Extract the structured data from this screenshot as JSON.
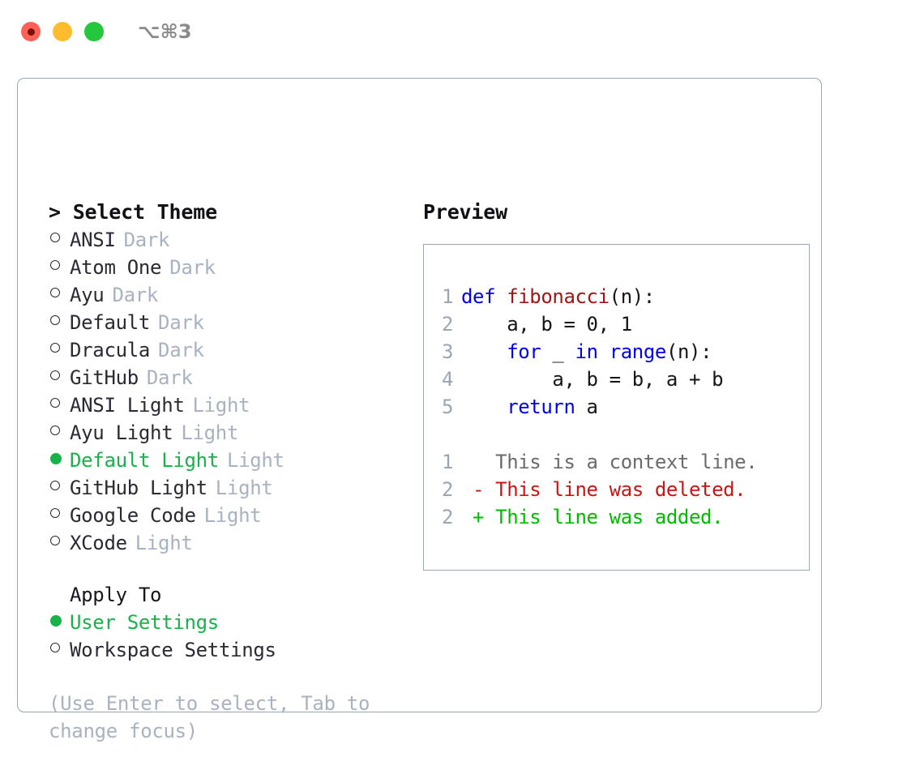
{
  "titlebar": {
    "shortcut": "⌥⌘3",
    "buttons": [
      "close",
      "minimize",
      "maximize"
    ]
  },
  "left": {
    "header": "> Select Theme",
    "themes": [
      {
        "label": "ANSI",
        "tag": "Dark",
        "selected": false
      },
      {
        "label": "Atom One",
        "tag": "Dark",
        "selected": false
      },
      {
        "label": "Ayu",
        "tag": "Dark",
        "selected": false
      },
      {
        "label": "Default",
        "tag": "Dark",
        "selected": false
      },
      {
        "label": "Dracula",
        "tag": "Dark",
        "selected": false
      },
      {
        "label": "GitHub",
        "tag": "Dark",
        "selected": false
      },
      {
        "label": "ANSI Light",
        "tag": "Light",
        "selected": false
      },
      {
        "label": "Ayu Light",
        "tag": "Light",
        "selected": false
      },
      {
        "label": "Default Light",
        "tag": "Light",
        "selected": true
      },
      {
        "label": "GitHub Light",
        "tag": "Light",
        "selected": false
      },
      {
        "label": "Google Code",
        "tag": "Light",
        "selected": false
      },
      {
        "label": "XCode",
        "tag": "Light",
        "selected": false
      }
    ],
    "apply_to_title": "Apply To",
    "apply_to": [
      {
        "label": "User Settings",
        "selected": true
      },
      {
        "label": "Workspace Settings",
        "selected": false
      }
    ],
    "hint": "(Use Enter to select, Tab to change focus)"
  },
  "right": {
    "title": "Preview",
    "code_lines": [
      {
        "no": "1",
        "tokens": [
          {
            "t": "def ",
            "c": "kw"
          },
          {
            "t": "fibonacci",
            "c": "fn"
          },
          {
            "t": "(n):",
            "c": "plain"
          }
        ]
      },
      {
        "no": "2",
        "tokens": [
          {
            "t": "    a, b = 0, 1",
            "c": "plain"
          }
        ]
      },
      {
        "no": "3",
        "tokens": [
          {
            "t": "    ",
            "c": "plain"
          },
          {
            "t": "for",
            "c": "kw"
          },
          {
            "t": " _ ",
            "c": "plain"
          },
          {
            "t": "in",
            "c": "kw"
          },
          {
            "t": " ",
            "c": "plain"
          },
          {
            "t": "range",
            "c": "kw"
          },
          {
            "t": "(n):",
            "c": "plain"
          }
        ]
      },
      {
        "no": "4",
        "tokens": [
          {
            "t": "        a, b = b, a + b",
            "c": "plain"
          }
        ]
      },
      {
        "no": "5",
        "tokens": [
          {
            "t": "    ",
            "c": "plain"
          },
          {
            "t": "return",
            "c": "kw"
          },
          {
            "t": " a",
            "c": "plain"
          }
        ]
      }
    ],
    "diff_lines": [
      {
        "no": "1",
        "text": "   This is a context line.",
        "kind": "ctx"
      },
      {
        "no": "2",
        "text": " - This line was deleted.",
        "kind": "del"
      },
      {
        "no": "2",
        "text": " + This line was added.",
        "kind": "add"
      }
    ]
  },
  "colors": {
    "selected_green": "#18b24a",
    "tag_gray": "#a9b2c0",
    "border": "#9aa6b4",
    "keyword_blue": "#0000ee",
    "function_red": "#a01515",
    "diff_deleted": "#cc1414",
    "diff_added": "#00bb00",
    "traffic_red": "#ff6159",
    "traffic_yellow": "#ffbd2e",
    "traffic_green": "#25c73e"
  }
}
